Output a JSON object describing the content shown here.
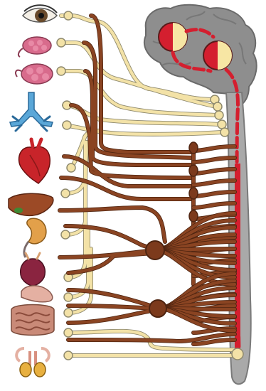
{
  "figure": {
    "kind": "autonomic-nervous-system-illustration",
    "colors": {
      "background": "#ffffff",
      "brain": "#8e8e8e",
      "spinal_cord": "#a9a9a9",
      "parasympathetic_fiber": "#f3e2a7",
      "sympathetic_fiber": "#8a4422",
      "spinal_tract": "#d41f2f",
      "ganglion": "#7c3a1c"
    },
    "organs": [
      {
        "id": "eye",
        "icon": "eye-icon"
      },
      {
        "id": "salivary-gland-1",
        "icon": "gland-icon"
      },
      {
        "id": "salivary-gland-2",
        "icon": "gland-icon"
      },
      {
        "id": "lungs",
        "icon": "bronchi-icon"
      },
      {
        "id": "heart",
        "icon": "heart-icon"
      },
      {
        "id": "liver",
        "icon": "liver-icon"
      },
      {
        "id": "kidney",
        "icon": "kidney-icon"
      },
      {
        "id": "bladder",
        "icon": "bladder-icon"
      },
      {
        "id": "stomach",
        "icon": "stomach-icon"
      },
      {
        "id": "intestines",
        "icon": "intestine-icon"
      },
      {
        "id": "reproductive-organs",
        "icon": "reproductive-icon"
      }
    ]
  }
}
